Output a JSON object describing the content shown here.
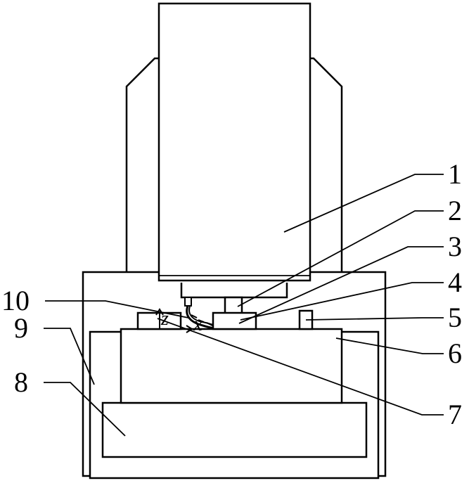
{
  "labels": {
    "l1": "1",
    "l2": "2",
    "l3": "3",
    "l4": "4",
    "l5": "5",
    "l6": "6",
    "l7": "7",
    "l8": "8",
    "l9": "9",
    "l10": "10"
  },
  "axes": {
    "z": "z",
    "x": "x"
  },
  "colors": {
    "stroke": "#000000",
    "background": "#ffffff"
  }
}
